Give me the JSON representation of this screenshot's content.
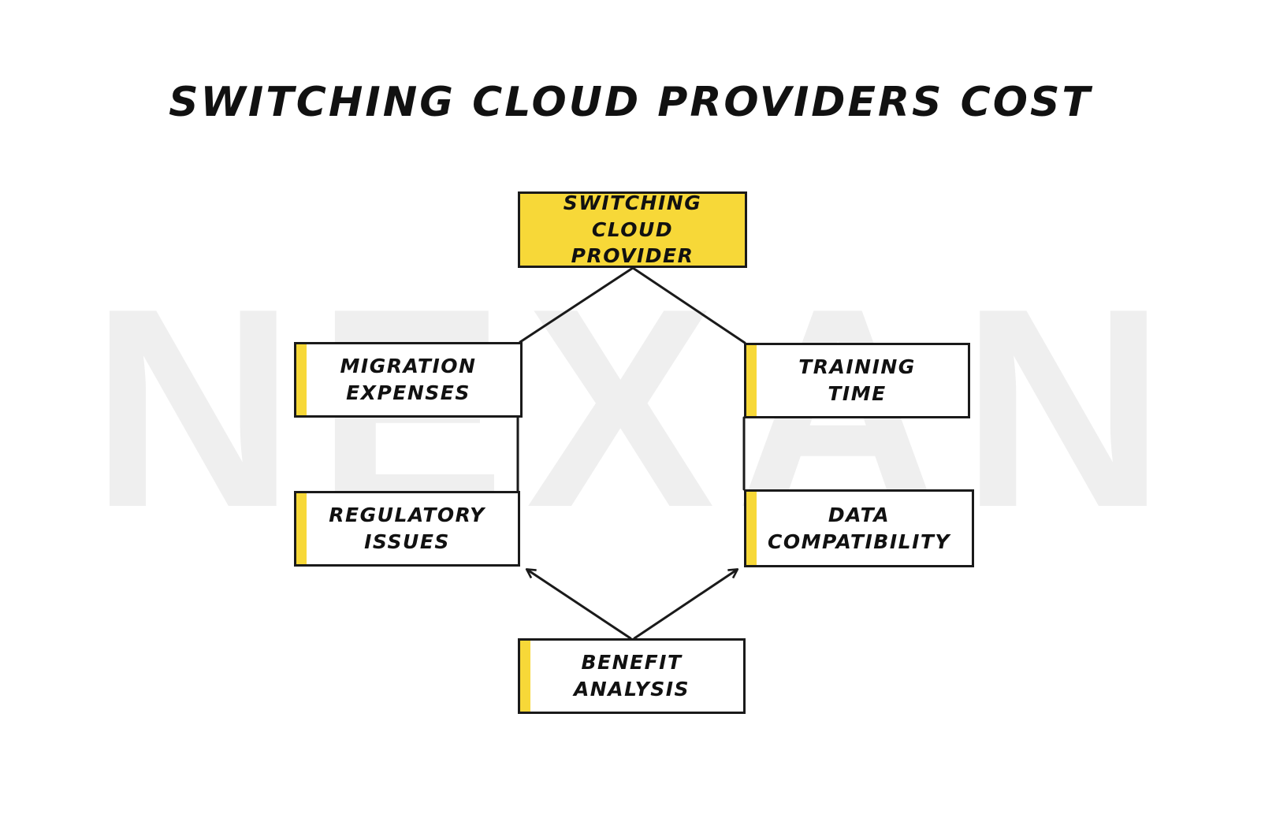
{
  "watermark": "NEXAN",
  "title": "SWITCHING CLOUD PROVIDERS COST",
  "colors": {
    "accent": "#f7d838",
    "line": "#1a1a1a",
    "watermark": "#efefef"
  },
  "nodes": {
    "root": "SWITCHING CLOUD\nPROVIDER",
    "migration": "MIGRATION\nEXPENSES",
    "training": "TRAINING\nTIME",
    "regulatory": "REGULATORY\nISSUES",
    "data": "DATA\nCOMPATIBILITY",
    "benefit": "BENEFIT\nANALYSIS"
  }
}
